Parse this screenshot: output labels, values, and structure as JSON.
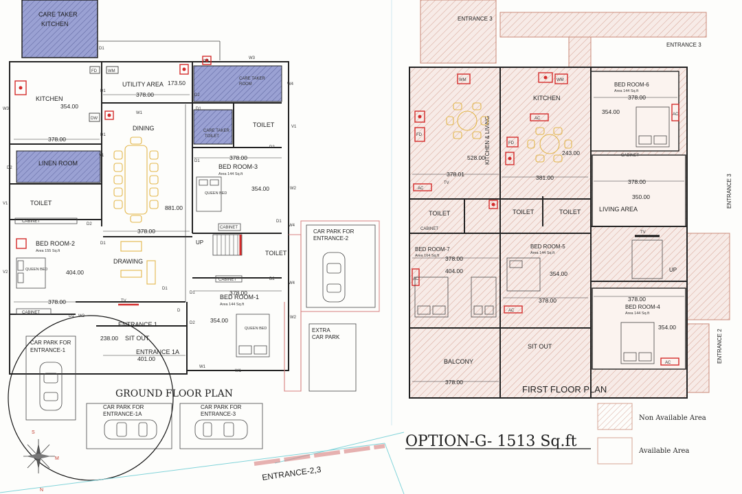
{
  "ground_floor": {
    "title": "GROUND FLOOR PLAN",
    "rooms": {
      "care_taker_kitchen": [
        "CARE TAKER",
        "KITCHEN"
      ],
      "kitchen": "KITCHEN",
      "utility_area": "UTILITY AREA",
      "care_taker_room": [
        "CARE TAKER",
        "ROOM"
      ],
      "care_taker_toilet": [
        "CARE TAKER",
        "TOILET"
      ],
      "toilet_right": "TOILET",
      "dining": "DINING",
      "linen_room": "LINEN ROOM",
      "toilet_left": "TOILET",
      "bed_room_3": "BED ROOM-3",
      "bed_room_3_area": "Area 144 Sq.ft",
      "bed_room_2": "BED ROOM-2",
      "bed_room_2_area": "Area 155 Sq.ft",
      "drawing": "DRAWING",
      "toilet_stair": "TOILET",
      "bed_room_1": "BED ROOM-1",
      "bed_room_1_area": "Area 144 Sq.ft",
      "sit_out": "SIT OUT",
      "entrance_1": "ENTRANCE 1",
      "entrance_1a": "ENTRANCE 1A",
      "extra_car_park": [
        "EXTRA",
        "CAR PARK"
      ],
      "car_park_entrance_2": [
        "CAR PARK FOR",
        "ENTRANCE-2"
      ],
      "car_park_entrance_1": [
        "CAR PARK FOR",
        "ENTRANCE-1"
      ],
      "car_park_entrance_1a": [
        "CAR PARK FOR",
        "ENTRANCE-1A"
      ],
      "car_park_entrance_3": [
        "CAR PARK FOR",
        "ENTRANCE-3"
      ],
      "entrance_2_3": "ENTRANCE-2,3"
    },
    "fixtures": {
      "fd": "FD",
      "wm": "WM",
      "dw": "DW",
      "tv": "TV",
      "up": "UP",
      "cabinet": "CABINET",
      "queen_bed": "QUEEN BED"
    },
    "dimensions": {
      "kitchen_h": "354.00",
      "kitchen_w": "378.00",
      "utility_w": "378.00",
      "utility_small": "173.50",
      "dining_h": "881.00",
      "drawing_w": "378.00",
      "bed3_w": "378.00",
      "bed3_h": "354.00",
      "bed2_h": "404.00",
      "bed2_w": "378.00",
      "bed1_w": "378.00",
      "bed1_h": "354.00",
      "sitout_h": "238.00",
      "sitout_w": "401.00"
    },
    "door_labels": [
      "D1",
      "D1",
      "D1",
      "D1",
      "D1",
      "D1",
      "D1",
      "D1",
      "D1",
      "D1",
      "D2",
      "D2",
      "D2",
      "D2",
      "D2",
      "D2",
      "D2",
      "D"
    ],
    "window_labels": [
      "W1",
      "W1",
      "W1",
      "W2",
      "W2",
      "W3",
      "W3",
      "W4",
      "W4",
      "W4",
      "V1",
      "V1",
      "V1",
      "V2",
      "W2"
    ]
  },
  "first_floor": {
    "title": "FIRST FLOOR PLAN",
    "rooms": {
      "entrance_3_top": "ENTRANCE 3",
      "entrance_3_right": "ENTRANCE 3",
      "entrance_3_vertical": "ENTRANCE 3",
      "entrance_2_vertical": "ENTRANCE 2",
      "kitchen_living": "KITCHEN & LIVING",
      "kitchen": "KITCHEN",
      "bed_room_6": "BED ROOM-6",
      "bed_room_6_area": "Area 144 Sq.ft",
      "toilet_a": "TOILET",
      "toilet_b": "TOILET",
      "toilet_c": "TOILET",
      "living_area": "LIVING AREA",
      "bed_room_7": "BED ROOM-7",
      "bed_room_7_area": "Area 164 Sq.ft",
      "bed_room_5": "BED ROOM-5",
      "bed_room_5_area": "Area 144 Sq.ft",
      "bed_room_4": "BED ROOM-4",
      "bed_room_4_area": "Area 144 Sq.ft",
      "sit_out": "SIT OUT",
      "balcony": "BALCONY"
    },
    "fixtures": {
      "wm": "WM",
      "fd": "FD",
      "ac": "AC",
      "tv": "TV",
      "up": "UP",
      "cabinet": "CABINET"
    },
    "dimensions": {
      "kl_h": "528.00",
      "kl_w": "378.01",
      "k_w": "381.00",
      "k_h": "243.00",
      "bed6_w": "378.00",
      "bed6_h": "354.00",
      "living_w": "378.00",
      "living_h": "350.00",
      "bed7_w": "378.00",
      "bed7_h": "404.00",
      "bed5_h": "354.00",
      "bed5_w": "378.00",
      "bed4_w": "378.00",
      "bed4_h": "354.00",
      "balcony_w": "378.00"
    }
  },
  "option_title": "OPTION-G- 1513 Sq.ft",
  "legend": [
    {
      "label": "Non Available Area",
      "pattern": "hatched"
    },
    {
      "label": "Available Area",
      "pattern": "plain"
    }
  ],
  "compass": {
    "letters": [
      "S",
      "M",
      "N"
    ]
  },
  "colors": {
    "wall": "#222222",
    "red_fixture": "#d42a2a",
    "furniture": "#e3b64a",
    "hatch": "#d99a8a",
    "blue_fill": "#8e95c8",
    "pink_line": "#d77f7f",
    "cyan_line": "#7fd3d9"
  }
}
